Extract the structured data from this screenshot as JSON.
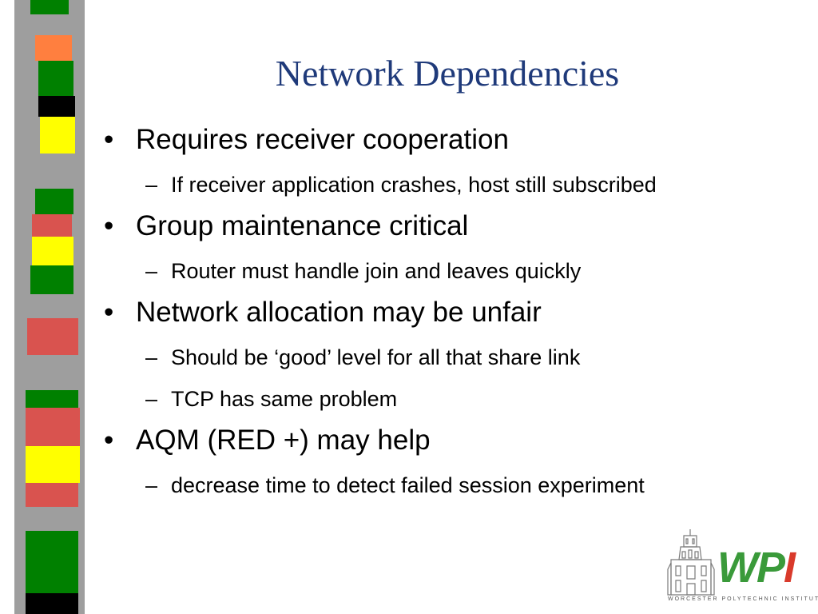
{
  "slide": {
    "title": "Network Dependencies",
    "title_color": "#1f3a7a",
    "bullets": [
      {
        "text": "Requires receiver cooperation",
        "sub": [
          "If receiver application crashes, host still subscribed"
        ]
      },
      {
        "text": "Group maintenance critical",
        "sub": [
          "Router must handle join and leaves quickly"
        ]
      },
      {
        "text": "Network allocation may be unfair",
        "sub": [
          "Should be ‘good’ level for all that share link",
          "TCP has same problem"
        ]
      },
      {
        "text": "AQM (RED +) may help",
        "sub": [
          "decrease time to detect failed session experiment"
        ]
      }
    ],
    "bullet_glyph": "•",
    "dash_glyph": "–"
  },
  "logo": {
    "name": "WPI",
    "tagline": "WORCESTER POLYTECHNIC INSTITUTE",
    "icon": "wpi-tower-icon",
    "colors": {
      "green": "#3a9a3a",
      "red": "#d93a2b"
    }
  },
  "decor": {
    "stripe_colors": [
      "#008000",
      "#ff7f3f",
      "#000000",
      "#ffff00",
      "#d9534f",
      "#9e9e9e"
    ]
  }
}
